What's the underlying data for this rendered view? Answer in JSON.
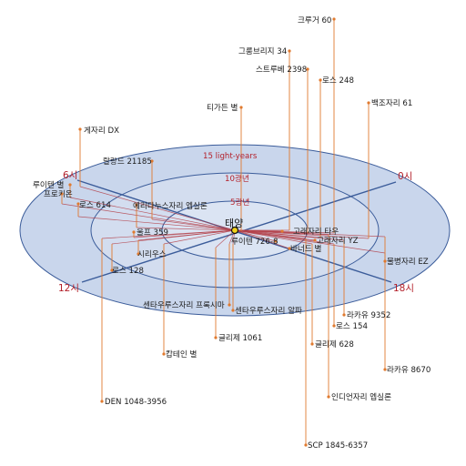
{
  "center_label": "태양",
  "rings": [
    {
      "label": "5광년",
      "radius_ly": 5
    },
    {
      "label": "10광년",
      "radius_ly": 10
    },
    {
      "label": "15 light-years",
      "radius_ly": 15
    }
  ],
  "hour_labels": [
    "0시",
    "6시",
    "12시",
    "18시"
  ],
  "colors": {
    "disc_outer": "#c9d6ec",
    "disc_inner": "#dbe4f3",
    "ring_stroke": "#3b5c9a",
    "stem": "#e07a2f",
    "link": "#b3414a",
    "label_red": "#b3202a"
  },
  "stars": [
    {
      "name": "크루거 60"
    },
    {
      "name": "그룸브리지 34"
    },
    {
      "name": "스트루베 2398"
    },
    {
      "name": "로스 248"
    },
    {
      "name": "백조자리 61"
    },
    {
      "name": "티가든 별"
    },
    {
      "name": "게자리 DX"
    },
    {
      "name": "랄랑드 21185"
    },
    {
      "name": "루이텐 별"
    },
    {
      "name": "프로키온"
    },
    {
      "name": "로스 614"
    },
    {
      "name": "에리다누스자리 엡실론"
    },
    {
      "name": "울프 359"
    },
    {
      "name": "시리우스"
    },
    {
      "name": "로스 128"
    },
    {
      "name": "루이텐 726-8"
    },
    {
      "name": "고래자리 타우"
    },
    {
      "name": "고래자리 YZ"
    },
    {
      "name": "바너드 별"
    },
    {
      "name": "물병자리 EZ"
    },
    {
      "name": "센타우루스자리 프록시마"
    },
    {
      "name": "센타우루스자리 알파"
    },
    {
      "name": "라카유 9352"
    },
    {
      "name": "로스 154"
    },
    {
      "name": "글리제 1061"
    },
    {
      "name": "글리제 628"
    },
    {
      "name": "캅테인 별"
    },
    {
      "name": "라카유 8670"
    },
    {
      "name": "인디언자리 엡실론"
    },
    {
      "name": "DEN 1048-3956"
    },
    {
      "name": "SCP 1845-6357"
    }
  ]
}
